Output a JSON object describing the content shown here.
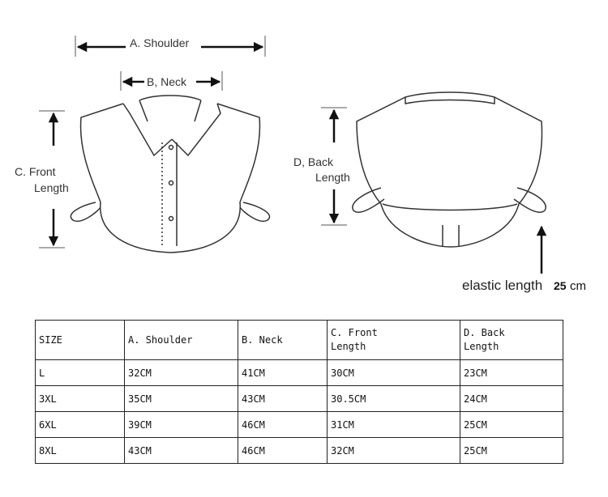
{
  "labels": {
    "shoulder": "A. Shoulder",
    "neck": "B, Neck",
    "front_length_line1": "C. Front",
    "front_length_line2": "Length",
    "back_length_line1": "D, Back",
    "back_length_line2": "Length",
    "elastic_text": "elastic length",
    "elastic_value": "25",
    "elastic_unit": "cm"
  },
  "table": {
    "headers": [
      "SIZE",
      "A. Shoulder",
      "B. Neck",
      "C. Front\n  Length",
      "D. Back\n  Length"
    ],
    "rows": [
      [
        "L",
        "32CM",
        "41CM",
        "30CM",
        "23CM"
      ],
      [
        "3XL",
        "35CM",
        "43CM",
        "30.5CM",
        "24CM"
      ],
      [
        "6XL",
        "39CM",
        "46CM",
        "31CM",
        "25CM"
      ],
      [
        "8XL",
        "43CM",
        "46CM",
        "32CM",
        "25CM"
      ]
    ]
  }
}
